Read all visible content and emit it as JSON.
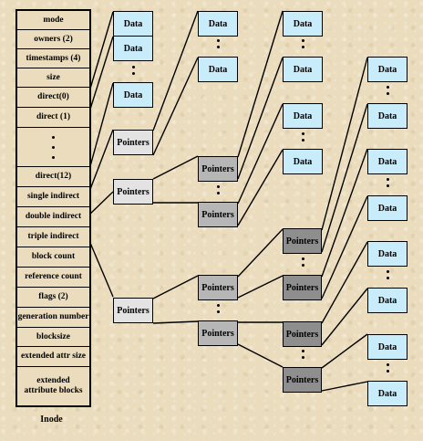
{
  "inode": {
    "fields": [
      "mode",
      "owners (2)",
      "timestamps (4)",
      "size",
      "direct(0)",
      "direct (1)",
      "",
      "direct(12)",
      "single indirect",
      "double  indirect",
      "triple indirect",
      "block count",
      "reference count",
      "flags (2)",
      "generation number",
      "blocksize",
      "extended attr size",
      "extended attribute blocks"
    ],
    "label": "Inode"
  },
  "labels": {
    "data": "Data",
    "pointers": "Pointers"
  }
}
